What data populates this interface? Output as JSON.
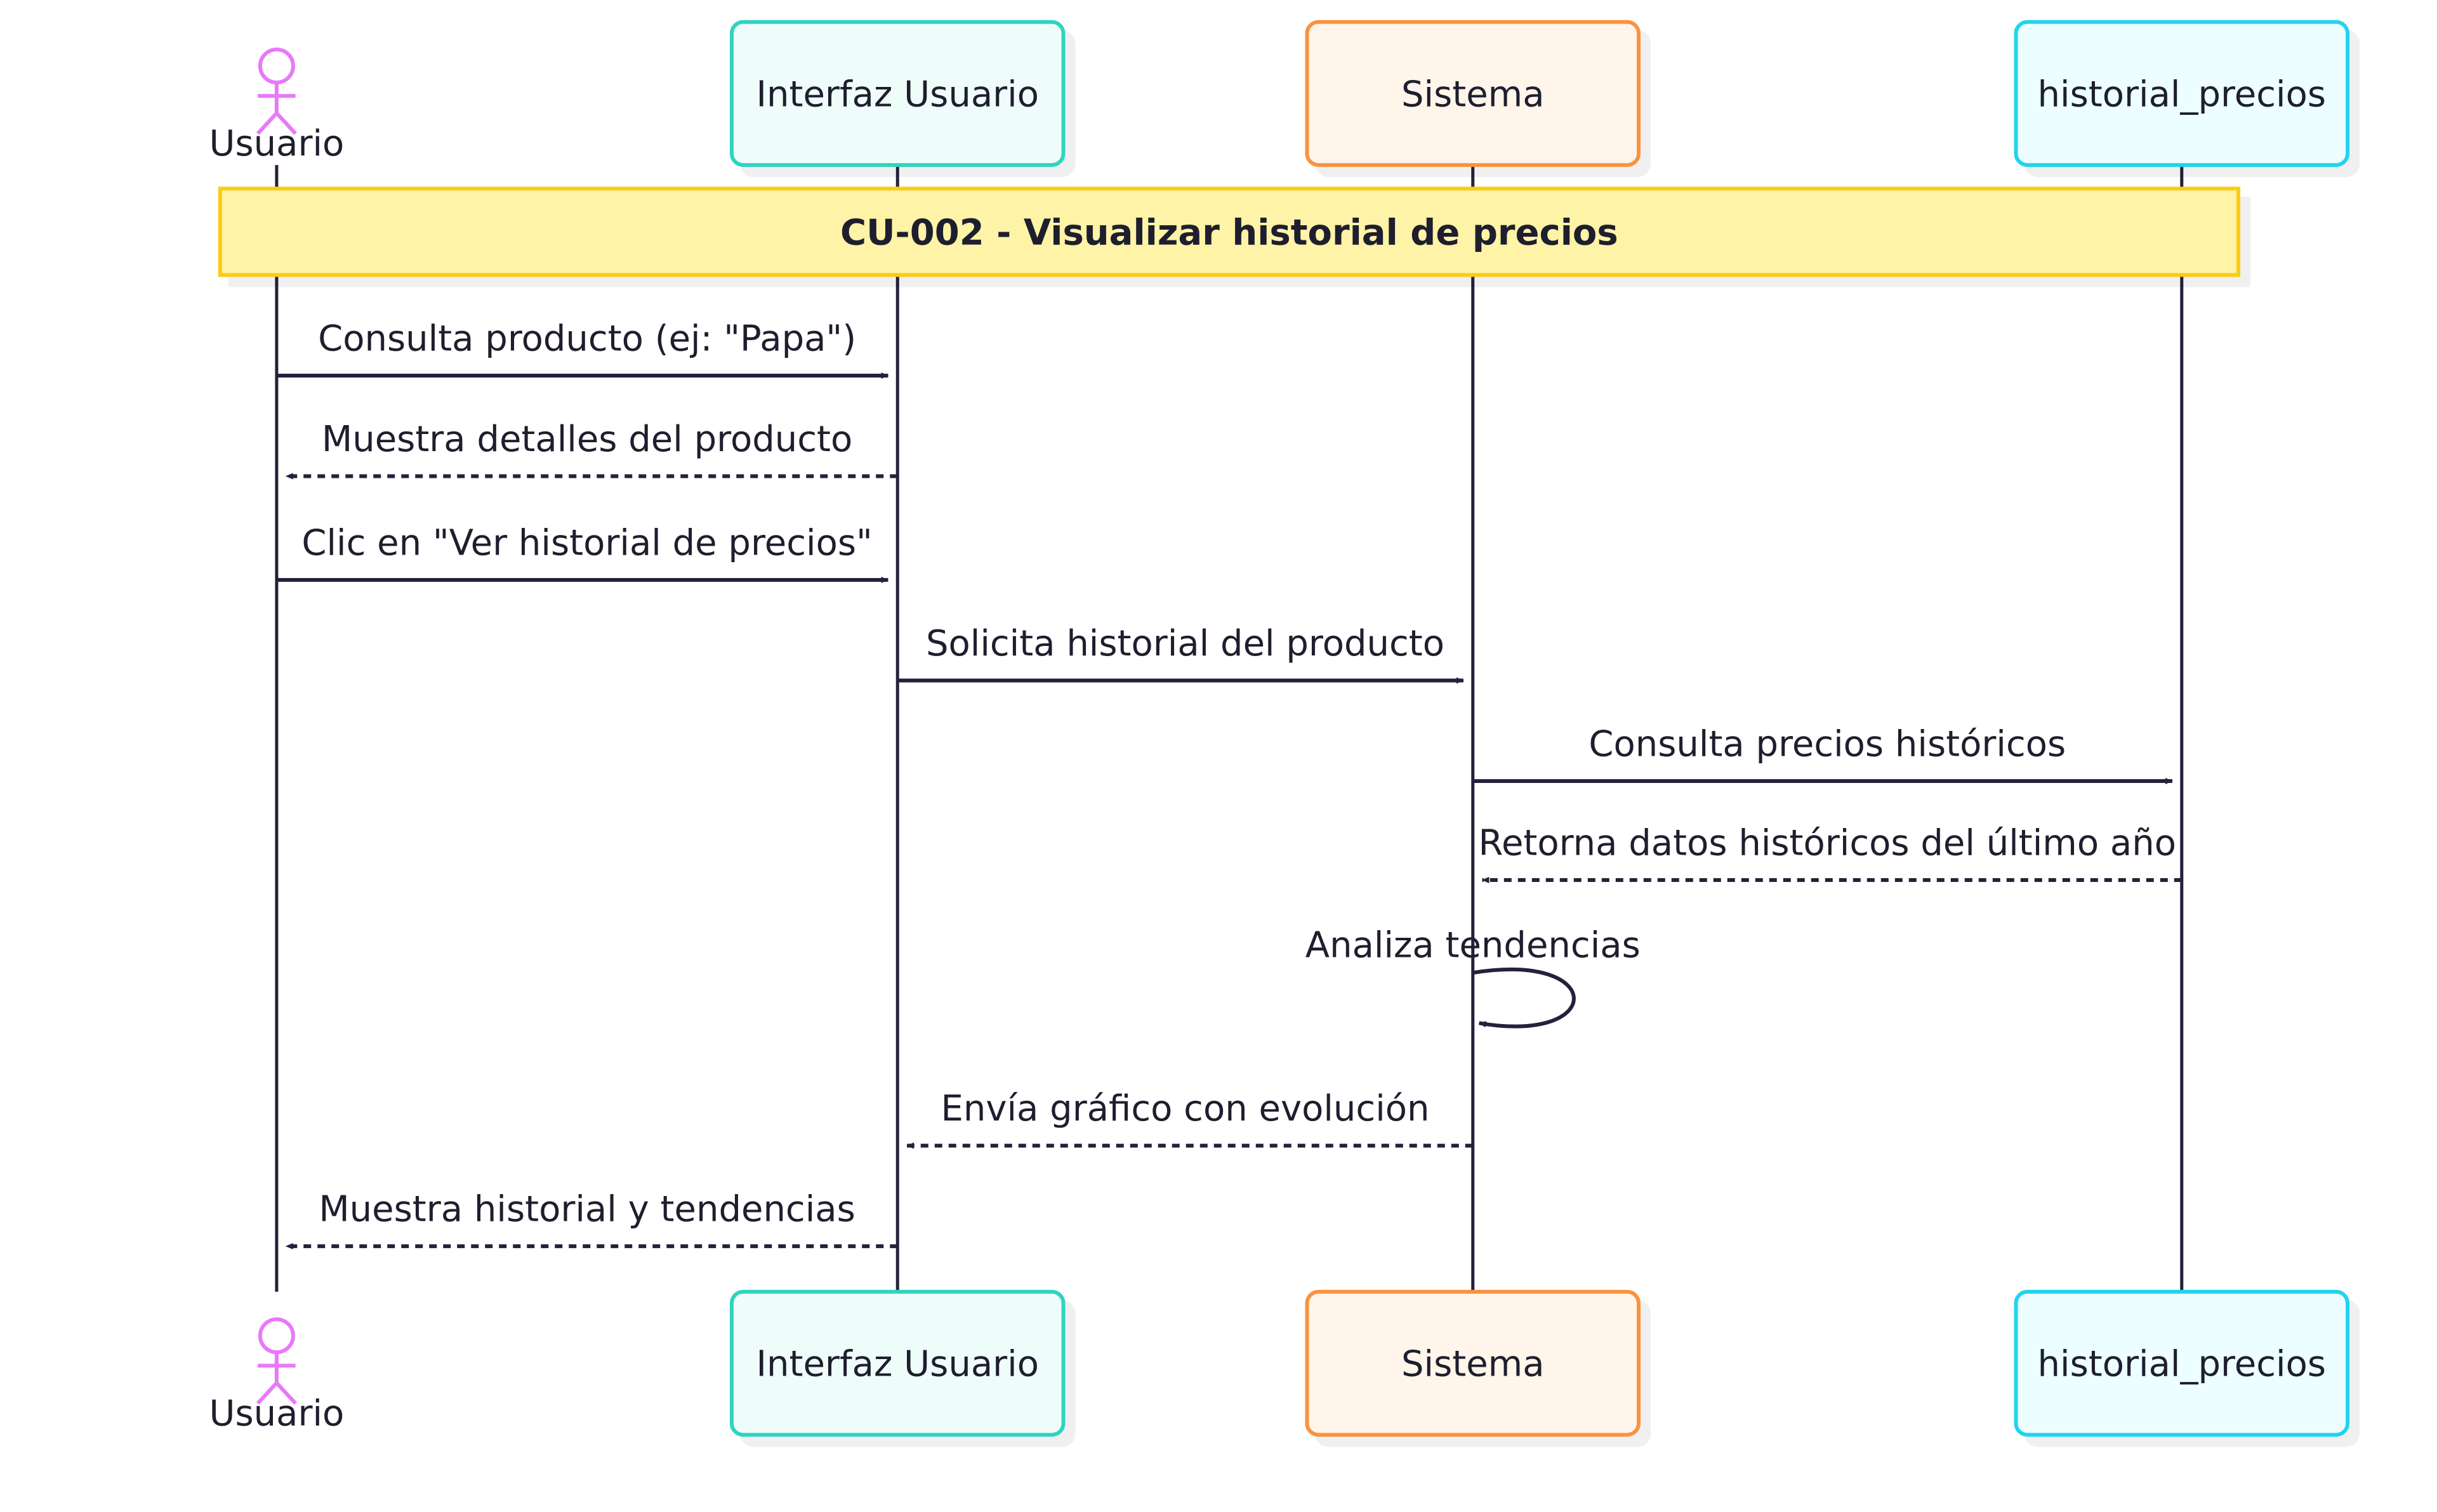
{
  "actor": {
    "name": "Usuario",
    "color": "#e879f9"
  },
  "participants": [
    {
      "name": "Interfaz Usuario",
      "fill": "#effdfa",
      "stroke": "#2dd4bf"
    },
    {
      "name": "Sistema",
      "fill": "#fff5ea",
      "stroke": "#fb923c"
    },
    {
      "name": "historial_precios",
      "fill": "#ecfeff",
      "stroke": "#22d3ee"
    }
  ],
  "note": {
    "text": "CU-002 - Visualizar historial de precios",
    "fill": "#fef3a6",
    "stroke": "#facc15"
  },
  "messages": [
    {
      "from": "Usuario",
      "to": "Interfaz Usuario",
      "text": "Consulta producto (ej: \"Papa\")",
      "style": "solid"
    },
    {
      "from": "Interfaz Usuario",
      "to": "Usuario",
      "text": "Muestra detalles del producto",
      "style": "dashed"
    },
    {
      "from": "Usuario",
      "to": "Interfaz Usuario",
      "text": "Clic en \"Ver historial de precios\"",
      "style": "solid"
    },
    {
      "from": "Interfaz Usuario",
      "to": "Sistema",
      "text": "Solicita historial del producto",
      "style": "solid"
    },
    {
      "from": "Sistema",
      "to": "historial_precios",
      "text": "Consulta precios históricos",
      "style": "solid"
    },
    {
      "from": "historial_precios",
      "to": "Sistema",
      "text": "Retorna datos históricos del último año",
      "style": "dashed"
    },
    {
      "from": "Sistema",
      "to": "Sistema",
      "text": "Analiza tendencias",
      "style": "self"
    },
    {
      "from": "Sistema",
      "to": "Interfaz Usuario",
      "text": "Envía gráfico con evolución",
      "style": "dashed"
    },
    {
      "from": "Interfaz Usuario",
      "to": "Usuario",
      "text": "Muestra historial y tendencias",
      "style": "dashed"
    }
  ],
  "line_color": "#23223a"
}
